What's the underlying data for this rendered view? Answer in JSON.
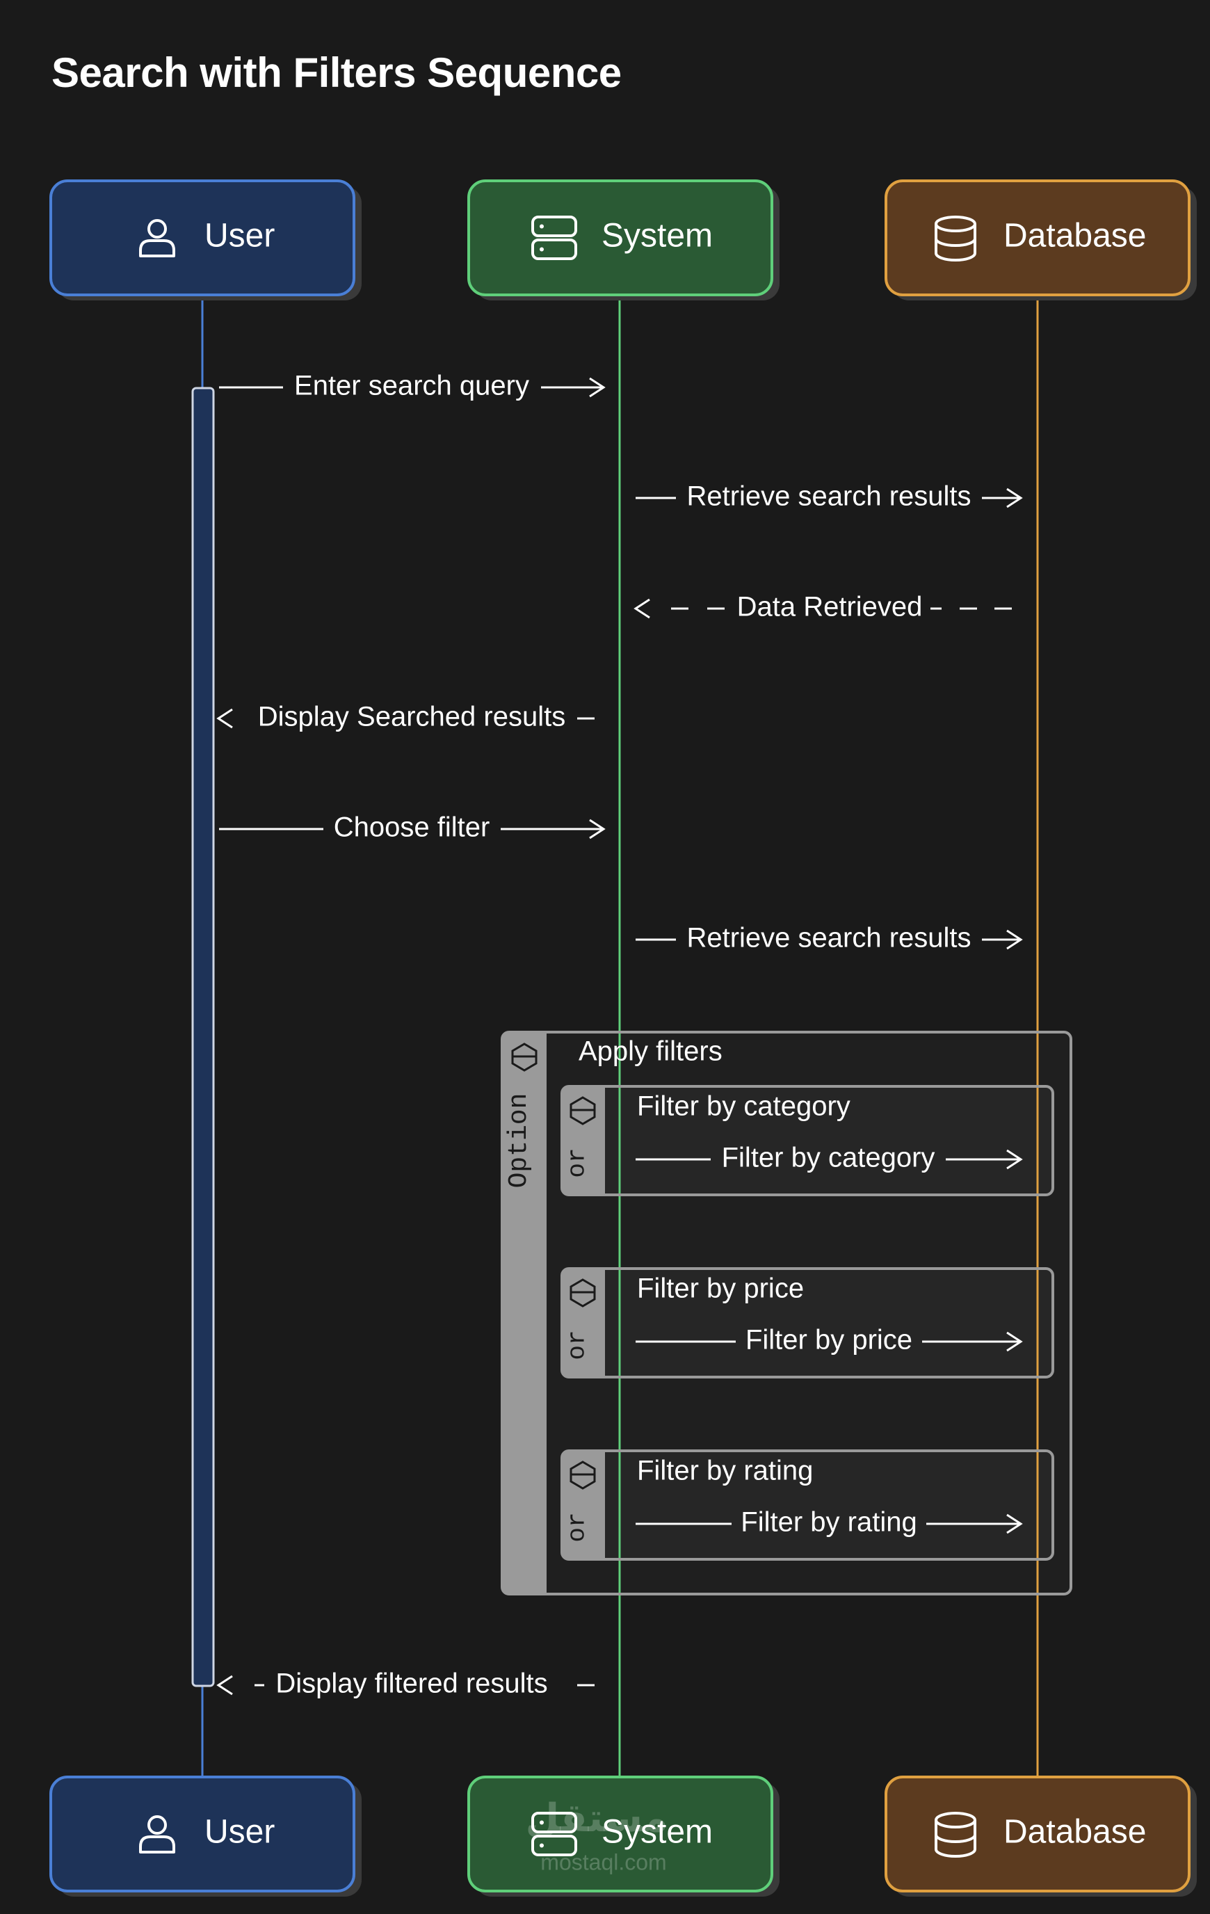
{
  "title": "Search with Filters Sequence",
  "participants": {
    "user": "User",
    "system": "System",
    "database": "Database"
  },
  "messages": [
    {
      "label": "Enter search query",
      "from": "User",
      "to": "System",
      "style": "solid"
    },
    {
      "label": "Retrieve search results",
      "from": "System",
      "to": "Database",
      "style": "solid"
    },
    {
      "label": "Data Retrieved",
      "from": "Database",
      "to": "System",
      "style": "dashed"
    },
    {
      "label": "Display Searched results",
      "from": "System",
      "to": "User",
      "style": "dashed"
    },
    {
      "label": "Choose filter",
      "from": "User",
      "to": "System",
      "style": "solid"
    },
    {
      "label": "Retrieve search results",
      "from": "System",
      "to": "Database",
      "style": "solid"
    },
    {
      "label": "Display filtered results",
      "from": "System",
      "to": "User",
      "style": "dashed"
    }
  ],
  "fragment": {
    "tag": "Option",
    "title": "Apply filters",
    "branches": [
      {
        "tag": "or",
        "title": "Filter by category",
        "message": "Filter by category"
      },
      {
        "tag": "or",
        "title": "Filter by price",
        "message": "Filter by price"
      },
      {
        "tag": "or",
        "title": "Filter by rating",
        "message": "Filter by rating"
      }
    ]
  },
  "watermark": {
    "arabic": "مستقل",
    "latin": "mostaql.com"
  },
  "colors": {
    "background": "#1a1a1a",
    "user_fill": "#1e3358",
    "user_stroke": "#4a7fd6",
    "system_fill": "#2a5a34",
    "system_stroke": "#5fcf7a",
    "database_fill": "#5c3b1f",
    "database_stroke": "#e0a040",
    "fragment_stroke": "#9a9a9a"
  }
}
